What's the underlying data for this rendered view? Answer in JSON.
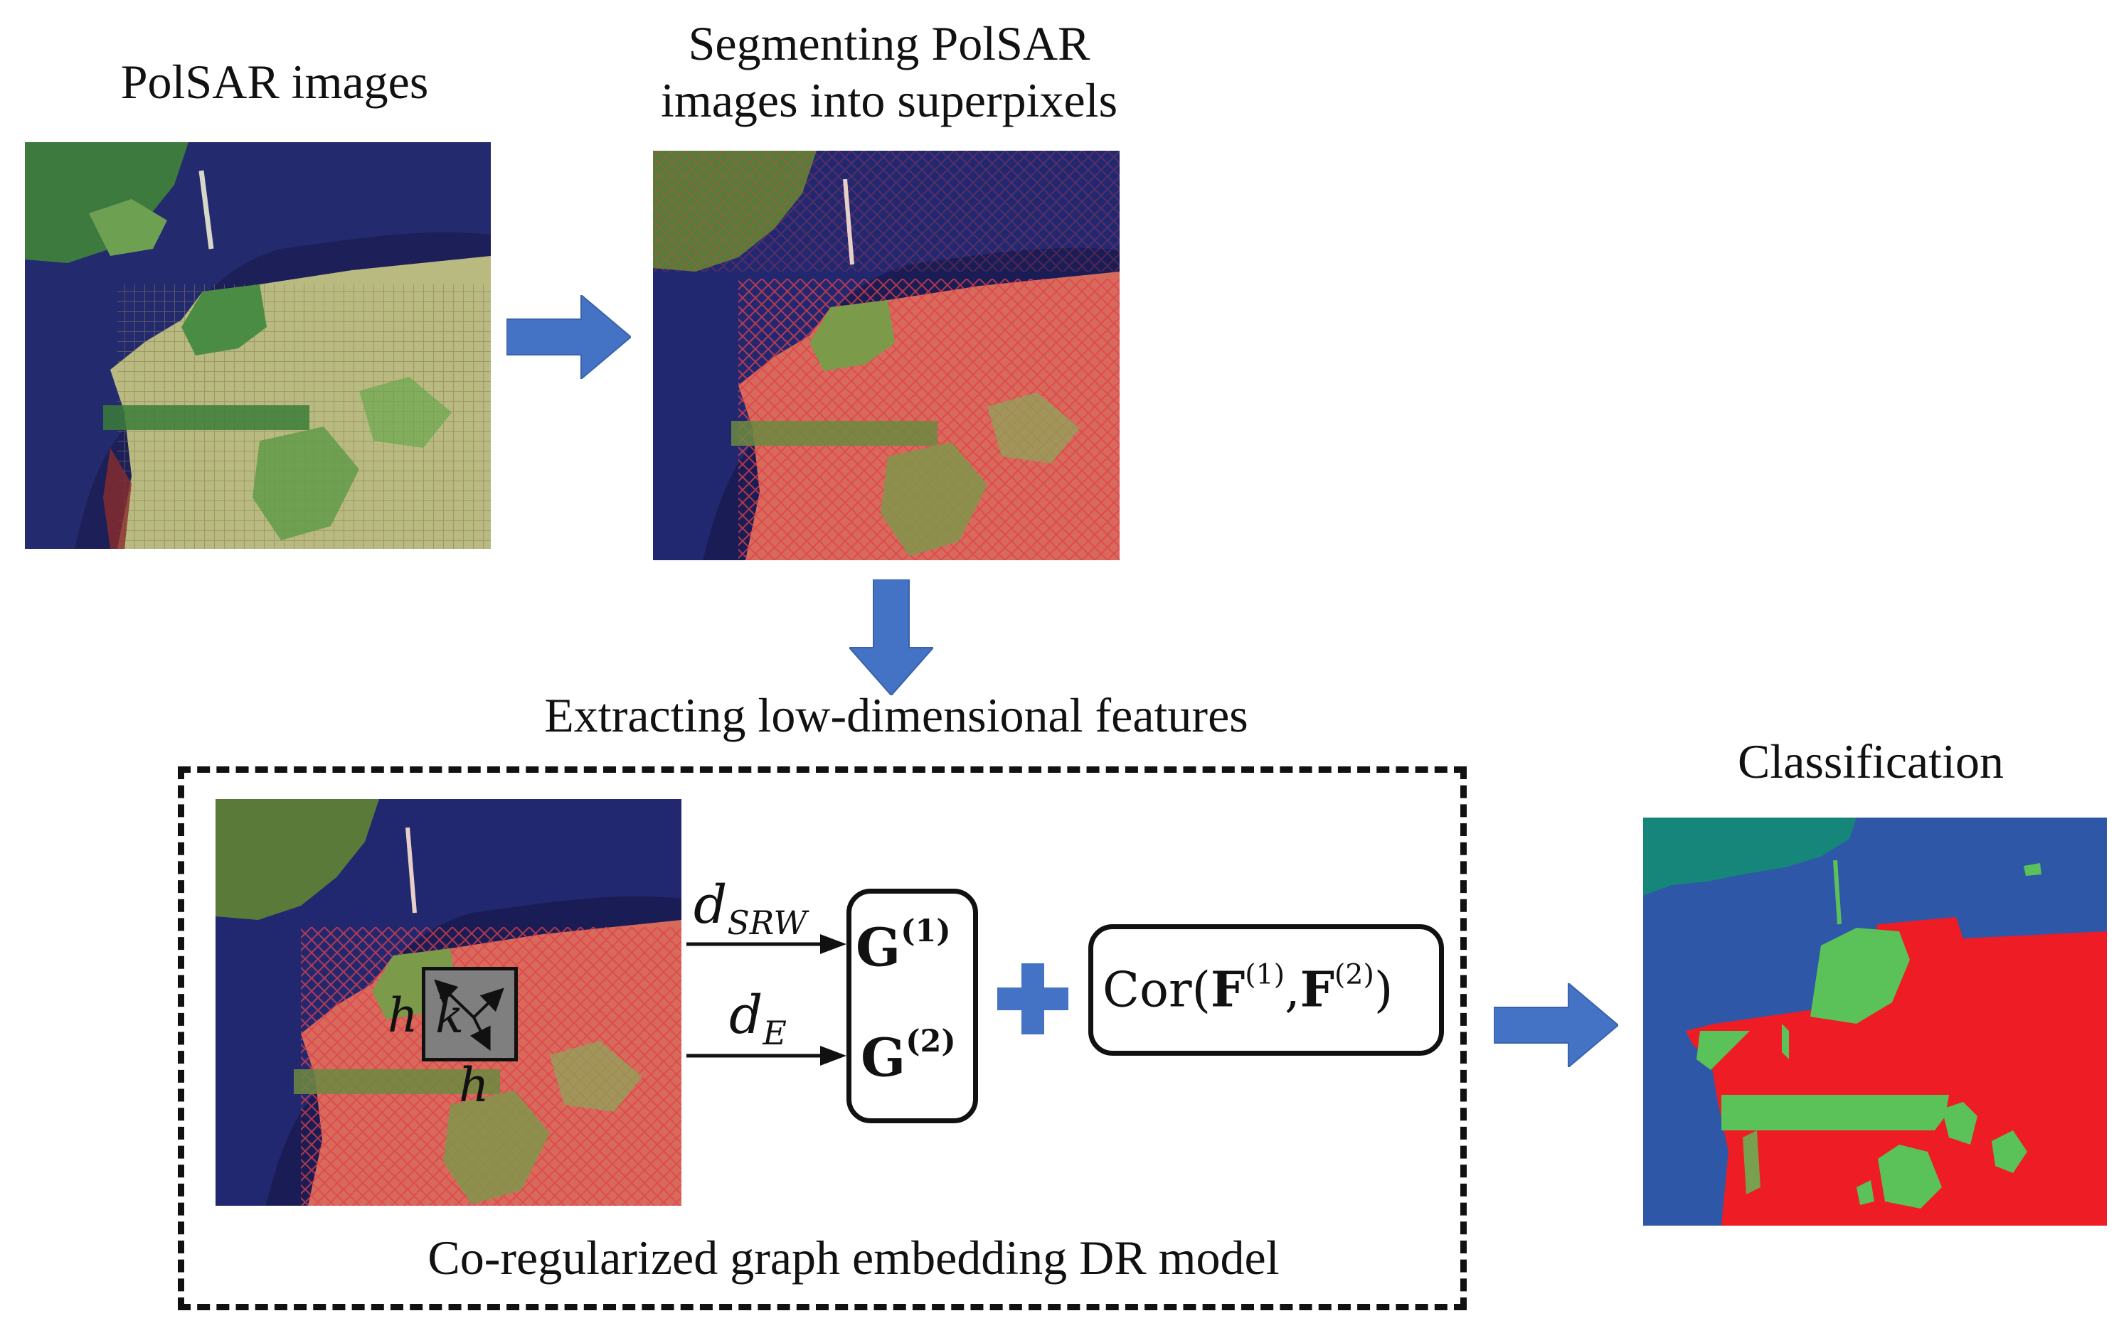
{
  "labels": {
    "polsar_images": "PolSAR images",
    "segmenting_line1": "Segmenting PolSAR",
    "segmenting_line2": "images into superpixels",
    "extracting": "Extracting low-dimensional features",
    "classification": "Classification",
    "model": "Co-regularized graph embedding DR model"
  },
  "math": {
    "d_srw_base": "d",
    "d_srw_sub": "SRW",
    "d_e_base": "d",
    "d_e_sub": "E",
    "g1_base": "G",
    "g1_sup": "(1)",
    "g2_base": "G",
    "g2_sup": "(2)",
    "cor_prefix": "Cor(",
    "f1_base": "F",
    "f1_sup": "(1)",
    "comma": ",",
    "f2_base": "F",
    "f2_sup": "(2)",
    "cor_suffix": ")",
    "window_h_left": "h",
    "window_h_bottom": "h",
    "window_k": "k",
    "plus": "+"
  },
  "colors": {
    "arrow_blue": "#4472c4",
    "class_blue": "#2f57a8",
    "class_red": "#ee1c24",
    "class_green": "#5ac259",
    "class_teal": "#16857a",
    "window_gray": "#7f7f7f"
  }
}
